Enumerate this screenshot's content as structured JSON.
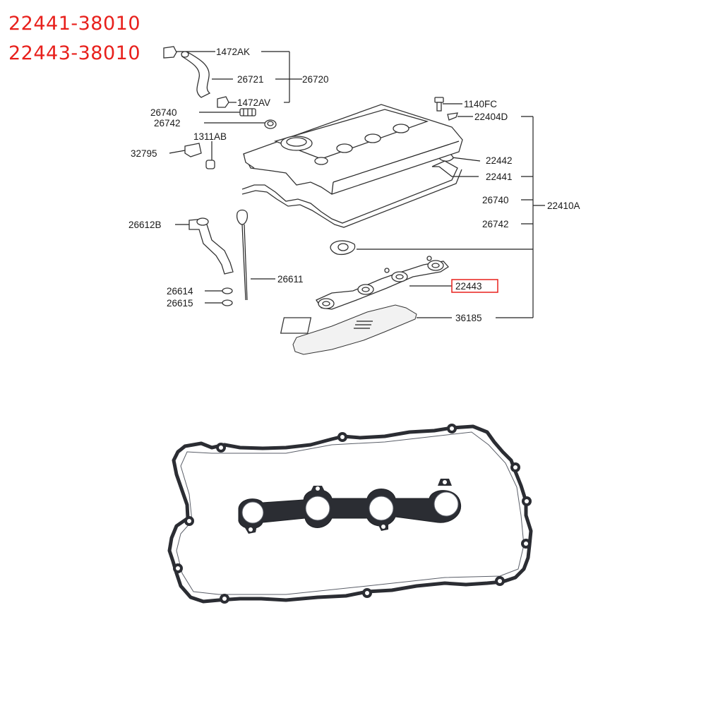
{
  "header": {
    "part_numbers": [
      "22441-38010",
      "22443-38010"
    ],
    "accent_color": "#e8201c"
  },
  "callouts": [
    {
      "id": "1472AK",
      "text": "1472AK"
    },
    {
      "id": "26721",
      "text": "26721"
    },
    {
      "id": "26720",
      "text": "26720"
    },
    {
      "id": "1472AV",
      "text": "1472AV"
    },
    {
      "id": "26740-l",
      "text": "26740"
    },
    {
      "id": "26742-l",
      "text": "26742"
    },
    {
      "id": "1311AB",
      "text": "1311AB"
    },
    {
      "id": "32795",
      "text": "32795"
    },
    {
      "id": "1140FC",
      "text": "1140FC"
    },
    {
      "id": "22404D",
      "text": "22404D"
    },
    {
      "id": "22442",
      "text": "22442"
    },
    {
      "id": "22441",
      "text": "22441"
    },
    {
      "id": "26740-r",
      "text": "26740"
    },
    {
      "id": "22410A",
      "text": "22410A"
    },
    {
      "id": "26742-r",
      "text": "26742"
    },
    {
      "id": "26612B",
      "text": "26612B"
    },
    {
      "id": "26611",
      "text": "26611"
    },
    {
      "id": "22443",
      "text": "22443",
      "highlight": true
    },
    {
      "id": "26614",
      "text": "26614"
    },
    {
      "id": "26615",
      "text": "26615"
    },
    {
      "id": "36185",
      "text": "36185"
    }
  ]
}
